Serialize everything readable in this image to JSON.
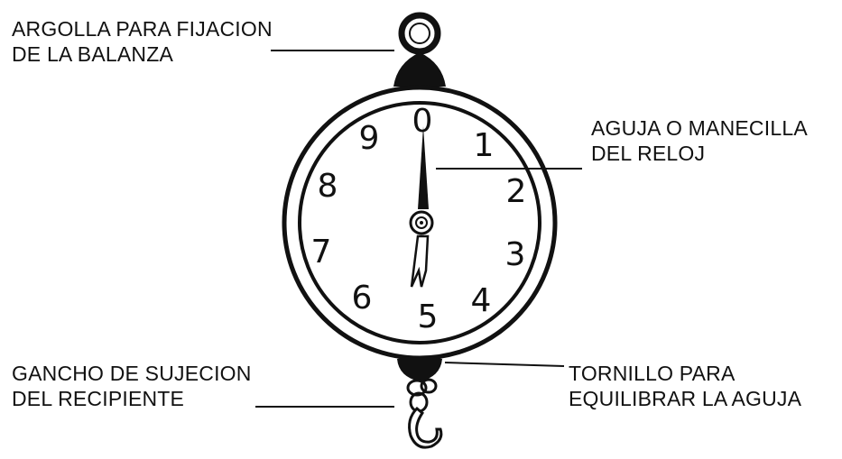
{
  "labels": {
    "ring": [
      "ARGOLLA PARA FIJACION",
      "DE LA  BALANZA"
    ],
    "needle": [
      "AGUJA O MANECILLA",
      "DEL  RELOJ"
    ],
    "hook": [
      "GANCHO DE SUJECION",
      "DEL RECIPIENTE"
    ],
    "screw": [
      "TORNILLO PARA",
      "EQUILIBRAR LA AGUJA"
    ]
  },
  "dial_numbers": [
    "0",
    "1",
    "2",
    "3",
    "4",
    "5",
    "6",
    "7",
    "8",
    "9"
  ],
  "colors": {
    "ink": "#111111",
    "background": "#ffffff"
  }
}
